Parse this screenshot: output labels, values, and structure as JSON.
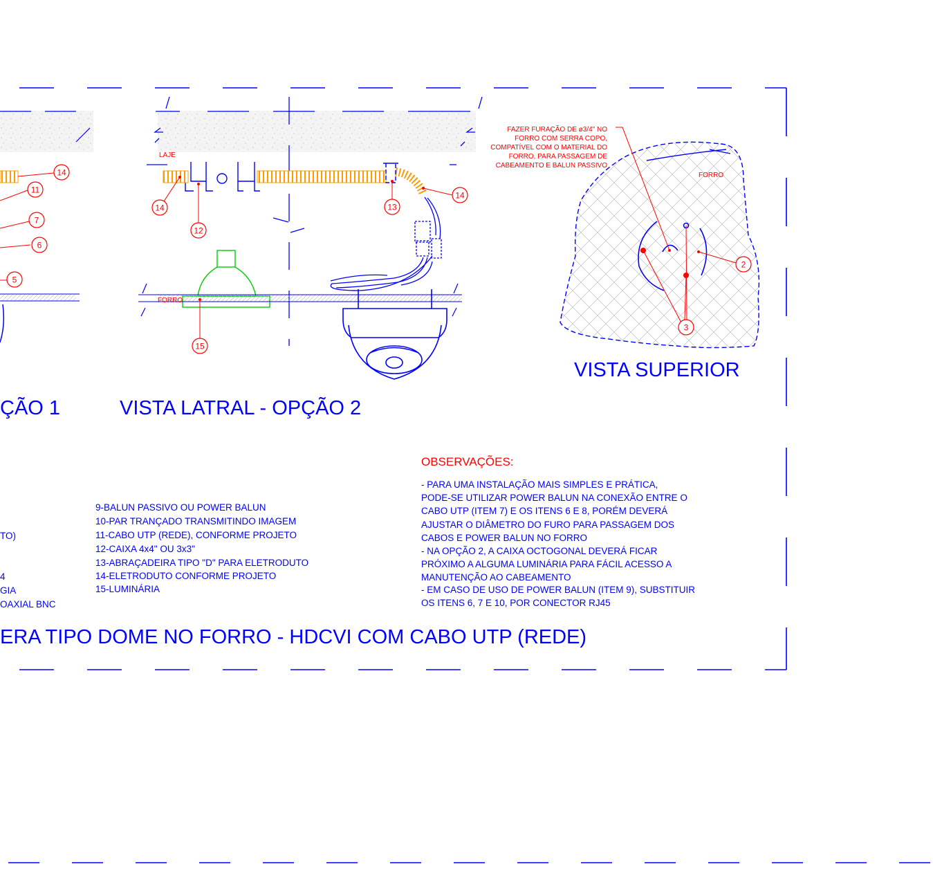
{
  "titles": {
    "option1_fragment": "ÇÃO 1",
    "option2": "VISTA LATRAL - OPÇÃO 2",
    "top_view": "VISTA SUPERIOR",
    "main": "ERA TIPO DOME NO FORRO - HDCVI COM CABO UTP (REDE)"
  },
  "labels": {
    "laje": "LAJE",
    "forro_side": "FORRO",
    "forro_top": "FORRO",
    "drill_note": [
      "FAZER FURAÇÃO DE ø3/4\" NO",
      "FORRO COM SERRA COPO,",
      "COMPATÍVEL COM O MATERIAL DO",
      "FORRO, PARA PASSAGEM DE",
      "CABEAMENTO E BALUN PASSIVO"
    ]
  },
  "tags": {
    "opt1": [
      "14",
      "11",
      "7",
      "6",
      "5"
    ],
    "opt2_left": "14",
    "opt2_box": "12",
    "opt2_clamp": "13",
    "opt2_right": "14",
    "opt2_lum": "15",
    "top_2": "2",
    "top_3": "3"
  },
  "legend_left_fragments": [
    "TO)",
    "4",
    "GIA",
    "OAXIAL BNC"
  ],
  "legend": [
    "9-BALUN PASSIVO OU POWER BALUN",
    "10-PAR TRANÇADO TRANSMITINDO IMAGEM",
    "11-CABO UTP (REDE), CONFORME PROJETO",
    "12-CAIXA 4x4\" OU 3x3\"",
    "13-ABRAÇADEIRA TIPO \"D\" PARA ELETRODUTO",
    "14-ELETRODUTO CONFORME PROJETO",
    "15-LUMINÁRIA"
  ],
  "observations": {
    "heading": "OBSERVAÇÕES:",
    "lines": [
      "- PARA UMA INSTALAÇÃO MAIS SIMPLES E PRÁTICA,",
      "PODE-SE UTILIZAR POWER BALUN NA CONEXÃO ENTRE O",
      "CABO UTP (ITEM 7) E OS ITENS 6 E 8, PORÉM DEVERÁ",
      "AJUSTAR O DIÂMETRO DO FURO PARA PASSAGEM DOS",
      "CABOS E POWER BALUN NO FORRO",
      "- NA OPÇÃO 2, A CAIXA OCTOGONAL DEVERÁ FICAR",
      "PRÓXIMO A ALGUMA LUMINÁRIA PARA FÁCIL ACESSO A",
      "MANUTENÇÃO AO CABEAMENTO",
      "- EM CASO DE USO DE POWER BALUN (ITEM 9), SUBSTITUIR",
      "OS ITENS 6, 7 E 10, POR CONECTOR RJ45"
    ]
  },
  "colors": {
    "linework": "#0000ff",
    "annotation": "#ff0000",
    "conduit": "#ff9900",
    "luminaire": "#00cc00",
    "hatch": "#c8c8c8"
  }
}
